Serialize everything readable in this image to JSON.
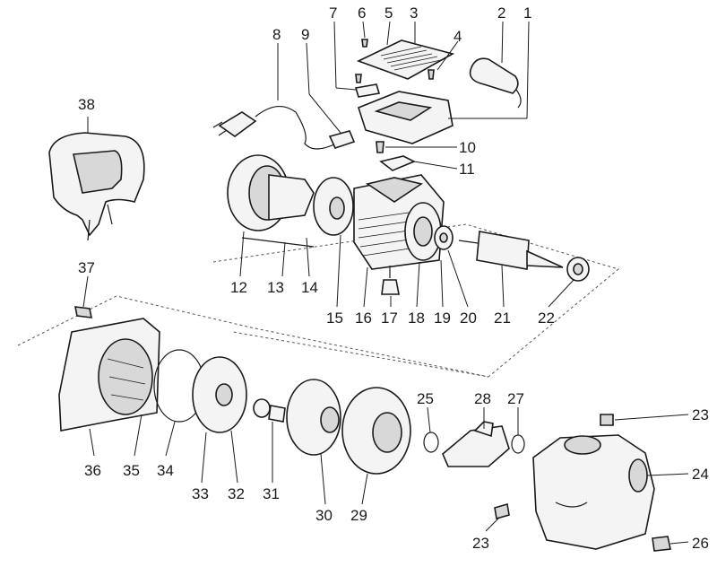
{
  "callouts": [
    {
      "id": "p1",
      "text": "1"
    },
    {
      "id": "p2",
      "text": "2"
    },
    {
      "id": "p3",
      "text": "3"
    },
    {
      "id": "p4",
      "text": "4"
    },
    {
      "id": "p5",
      "text": "5"
    },
    {
      "id": "p6",
      "text": "6"
    },
    {
      "id": "p7",
      "text": "7"
    },
    {
      "id": "p8",
      "text": "8"
    },
    {
      "id": "p9",
      "text": "9"
    },
    {
      "id": "p10",
      "text": "10"
    },
    {
      "id": "p11",
      "text": "11"
    },
    {
      "id": "p12",
      "text": "12"
    },
    {
      "id": "p13",
      "text": "13"
    },
    {
      "id": "p14",
      "text": "14"
    },
    {
      "id": "p15",
      "text": "15"
    },
    {
      "id": "p16",
      "text": "16"
    },
    {
      "id": "p17",
      "text": "17"
    },
    {
      "id": "p18",
      "text": "18"
    },
    {
      "id": "p19",
      "text": "19"
    },
    {
      "id": "p20",
      "text": "20"
    },
    {
      "id": "p21",
      "text": "21"
    },
    {
      "id": "p22",
      "text": "22"
    },
    {
      "id": "p23a",
      "text": "23"
    },
    {
      "id": "p23b",
      "text": "23"
    },
    {
      "id": "p24",
      "text": "24"
    },
    {
      "id": "p25",
      "text": "25"
    },
    {
      "id": "p26",
      "text": "26"
    },
    {
      "id": "p27",
      "text": "27"
    },
    {
      "id": "p28",
      "text": "28"
    },
    {
      "id": "p29",
      "text": "29"
    },
    {
      "id": "p30",
      "text": "30"
    },
    {
      "id": "p31",
      "text": "31"
    },
    {
      "id": "p32",
      "text": "32"
    },
    {
      "id": "p33",
      "text": "33"
    },
    {
      "id": "p34",
      "text": "34"
    },
    {
      "id": "p35",
      "text": "35"
    },
    {
      "id": "p36",
      "text": "36"
    },
    {
      "id": "p37",
      "text": "37"
    },
    {
      "id": "p38",
      "text": "38"
    }
  ],
  "colors": {
    "line": "#1a1a1a",
    "fill": "#f4f4f4",
    "background": "#ffffff"
  }
}
